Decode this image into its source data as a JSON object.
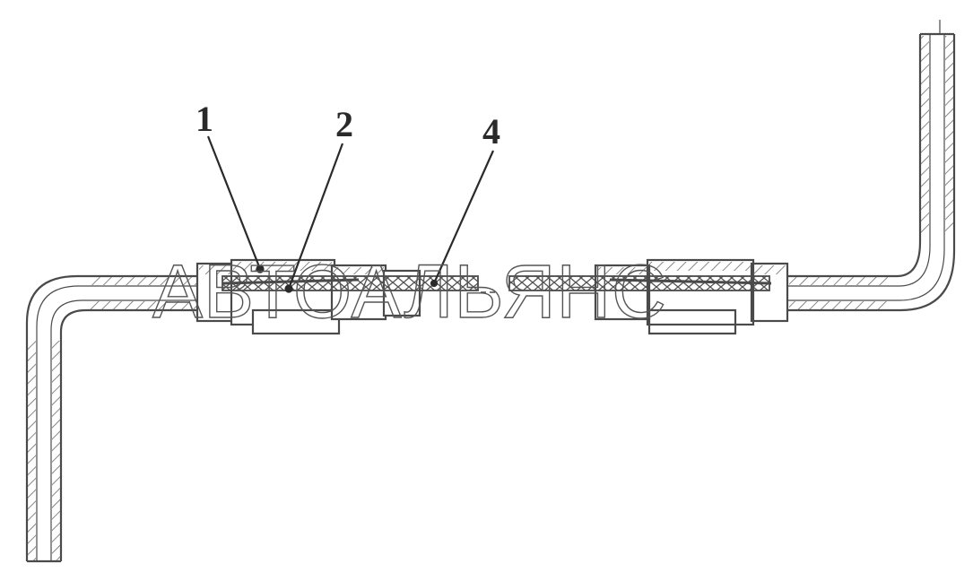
{
  "drawing": {
    "callouts": [
      {
        "id": "callout-1",
        "label": "1"
      },
      {
        "id": "callout-2",
        "label": "2"
      },
      {
        "id": "callout-4",
        "label": "4"
      }
    ],
    "watermark": "АВТОАЛЬЯНС",
    "colors": {
      "line": "#4a4a4a",
      "hatch": "#6a6a6a",
      "background": "#ffffff"
    }
  }
}
